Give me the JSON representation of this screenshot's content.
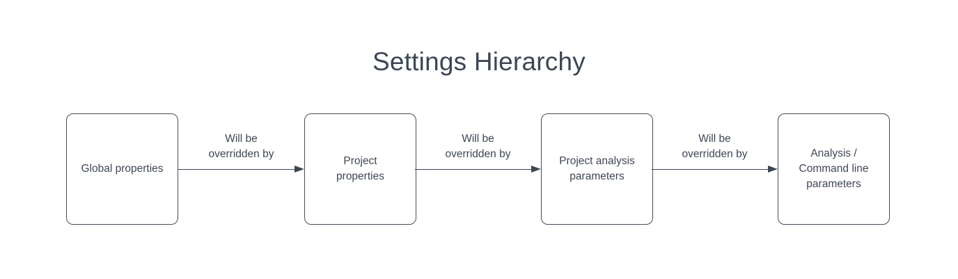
{
  "title": "Settings Hierarchy",
  "colors": {
    "ink": "#3d4656",
    "node_border": "#434c5b",
    "background": "#ffffff"
  },
  "nodes": [
    {
      "id": "global-properties",
      "label": "Global properties"
    },
    {
      "id": "project-properties",
      "label": "Project\nproperties"
    },
    {
      "id": "project-analysis-parameters",
      "label": "Project analysis\nparameters"
    },
    {
      "id": "analysis-command-line-parameters",
      "label": "Analysis /\nCommand line\nparameters"
    }
  ],
  "connectors": [
    {
      "label": "Will be\noverridden by"
    },
    {
      "label": "Will be\noverridden by"
    },
    {
      "label": "Will be\noverridden by"
    }
  ]
}
